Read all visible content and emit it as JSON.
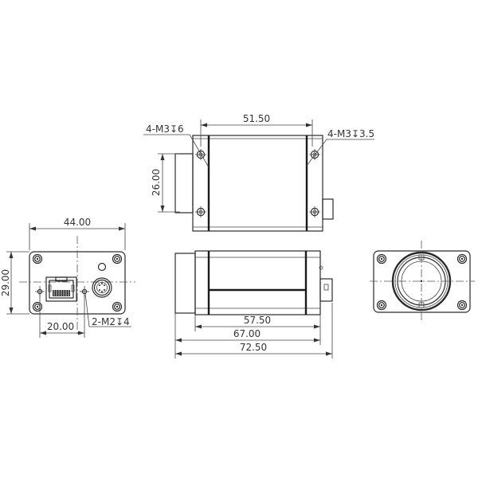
{
  "drawing": {
    "type": "mechanical-dimension-drawing",
    "units": "mm",
    "line_color": "#2a2a2a",
    "background": "#ffffff"
  },
  "views": {
    "top": {
      "label": "top-view",
      "dim_width": "51.50",
      "dim_height": "26.00",
      "callout_left": "4-M3↧6",
      "callout_right": "4-M3↧3.5"
    },
    "back": {
      "label": "back-view",
      "dim_width": "44.00",
      "dim_height": "29.00",
      "dim_offset": "20.00",
      "callout": "2-M2↧4",
      "ports": [
        "rj45-ethernet-port",
        "circular-io-connector"
      ]
    },
    "side": {
      "label": "side-view",
      "dim_body": "57.50",
      "dim_mid": "67.00",
      "dim_total": "72.50"
    },
    "front": {
      "label": "front-lens-view",
      "features": [
        "lens-mount-ring",
        "4-mounting-screws"
      ]
    }
  }
}
